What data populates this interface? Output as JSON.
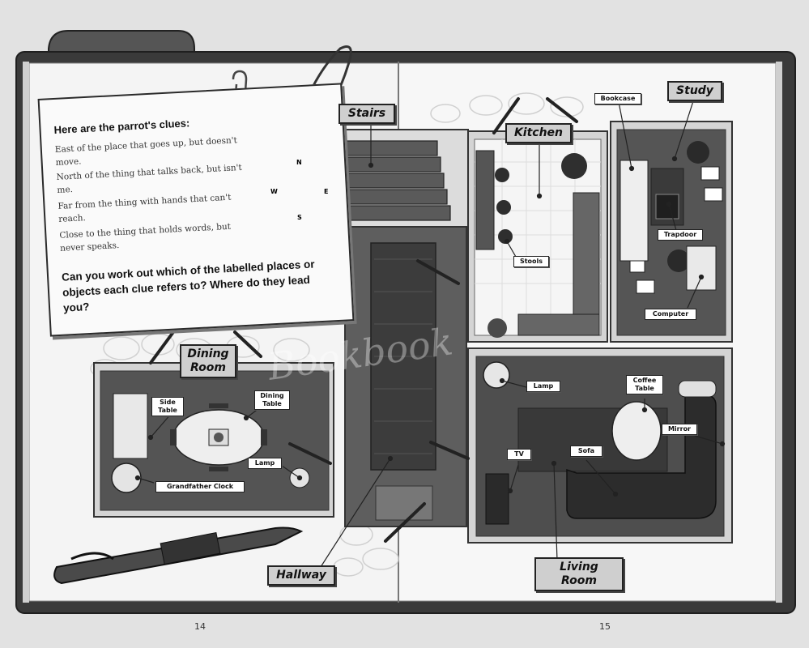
{
  "clues": {
    "heading": "Here are the parrot's clues:",
    "items": [
      "East of the place that goes up, but doesn't move.",
      "North of the thing that talks back, but isn't me.",
      "Far from the thing with hands that can't reach.",
      "Close to the thing that holds words, but never speaks."
    ],
    "question": "Can you work out which of the labelled places or objects each clue refers to? Where do they lead you?"
  },
  "rooms": {
    "stairs": "Stairs",
    "kitchen": "Kitchen",
    "study": "Study",
    "dining_room": "Dining\nRoom",
    "hallway": "Hallway",
    "living_room": "Living Room"
  },
  "objects": {
    "bookcase": "Bookcase",
    "stools": "Stools",
    "trapdoor": "Trapdoor",
    "computer": "Computer",
    "lamp_living": "Lamp",
    "coffee_table": "Coffee\nTable",
    "mirror": "Mirror",
    "tv": "TV",
    "sofa": "Sofa",
    "side_table": "Side\nTable",
    "dining_table": "Dining\nTable",
    "lamp_dining": "Lamp",
    "grandfather_clock": "Grandfather Clock"
  },
  "pages": {
    "left": "14",
    "right": "15"
  },
  "compass": {
    "n": "N",
    "s": "S",
    "e": "E",
    "w": "W"
  },
  "watermark": "Bookbook",
  "colors": {
    "floor_dark": "#4d4d4d",
    "floor_light": "#f1f1f1",
    "wall": "#d8d8d8",
    "label_bg": "#ffffff",
    "room_label_bg": "#cfcfcf",
    "book_cover": "#3a3a3a"
  }
}
